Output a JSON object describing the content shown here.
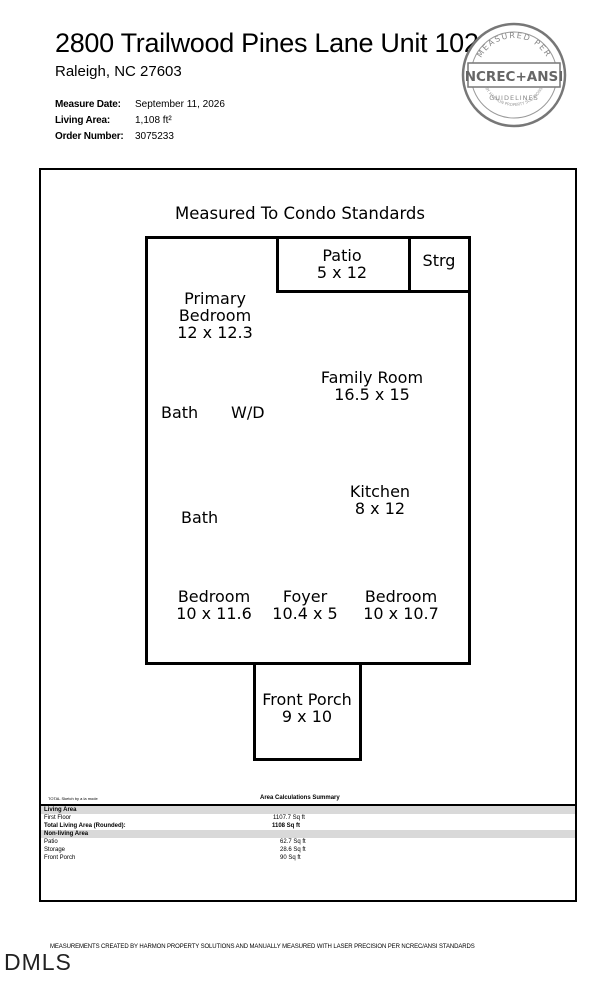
{
  "header": {
    "address": "2800 Trailwood Pines Lane Unit 102",
    "city_state_zip": "Raleigh, NC 27603",
    "meta": [
      {
        "label": "Measure Date:",
        "value": "September 11, 2026"
      },
      {
        "label": "Living Area:",
        "value": "1,108 ft²"
      },
      {
        "label": "Order Number:",
        "value": "3075233"
      }
    ]
  },
  "seal": {
    "top_text": "MEASURED PER",
    "main_text": "NCREC+ANSI",
    "sub_text": "GUIDELINES",
    "bottom_text": "BY HARMON PROPERTY SOLUTIONS"
  },
  "floorplan": {
    "heading": "Measured To Condo Standards",
    "rooms": {
      "patio": {
        "name": "Patio",
        "dims": "5 x 12"
      },
      "storage": {
        "name": "Strg"
      },
      "primary_bedroom": {
        "name1": "Primary",
        "name2": "Bedroom",
        "dims": "12 x 12.3"
      },
      "family_room": {
        "name": "Family Room",
        "dims": "16.5 x 15"
      },
      "bath1": {
        "name": "Bath"
      },
      "wd": {
        "name": "W/D"
      },
      "kitchen": {
        "name": "Kitchen",
        "dims": "8 x 12"
      },
      "bath2": {
        "name": "Bath"
      },
      "bedroom1": {
        "name": "Bedroom",
        "dims": "10 x 11.6"
      },
      "foyer": {
        "name": "Foyer",
        "dims": "10.4 x 5"
      },
      "bedroom2": {
        "name": "Bedroom",
        "dims": "10 x 10.7"
      },
      "front_porch": {
        "name": "Front Porch",
        "dims": "9 x 10"
      }
    }
  },
  "summary": {
    "sketch_note": "TOTAL Sketch by a la mode",
    "title": "Area Calculations Summary",
    "living_header": "Living Area",
    "first_floor_label": "First Floor",
    "first_floor_value": "1107.7 Sq ft",
    "total_label": "Total Living Area (Rounded):",
    "total_value": "1108 Sq ft",
    "nonliving_header": "Non-living Area",
    "patio_label": "Patio",
    "patio_value": "62.7 Sq ft",
    "storage_label": "Storage",
    "storage_value": "28.6 Sq ft",
    "porch_label": "Front Porch",
    "porch_value": "90 Sq ft"
  },
  "footer": {
    "disclaimer": "MEASUREMENTS CREATED BY HARMON PROPERTY SOLUTIONS AND MANUALLY MEASURED WITH LASER PRECISION PER NCREC/ANSI STANDARDS",
    "logo_text": "DMLS"
  }
}
